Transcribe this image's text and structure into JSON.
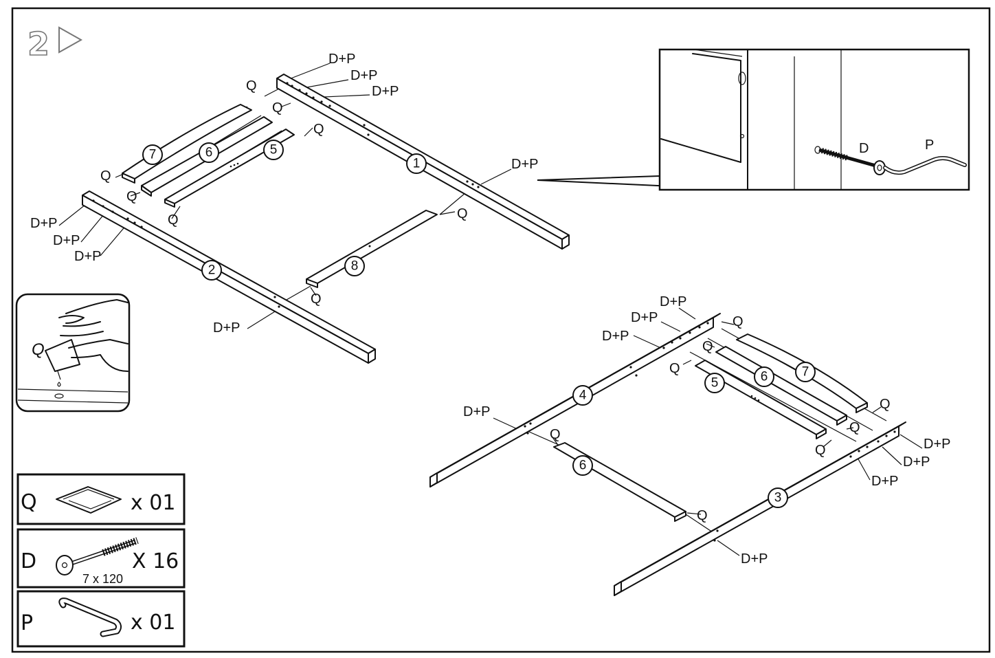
{
  "step": {
    "number": "2",
    "arrow_icon": "play-outline-arrow-icon"
  },
  "colors": {
    "ink": "#111111",
    "paper": "#ffffff",
    "step_outline": "#777777"
  },
  "labels": {
    "dp": "D+P",
    "q": "Q",
    "d": "D",
    "p": "P"
  },
  "parts": {
    "p1": "1",
    "p2": "2",
    "p3": "3",
    "p4": "4",
    "p5": "5",
    "p6": "6",
    "p7": "7",
    "p8": "8"
  },
  "legend": [
    {
      "code": "Q",
      "qty": "x 01",
      "icon": "glue-pouch-icon"
    },
    {
      "code": "D",
      "qty": "X 16",
      "size": "7 x 120",
      "icon": "bolt-icon"
    },
    {
      "code": "P",
      "qty": "x 01",
      "icon": "allen-key-icon"
    }
  ]
}
